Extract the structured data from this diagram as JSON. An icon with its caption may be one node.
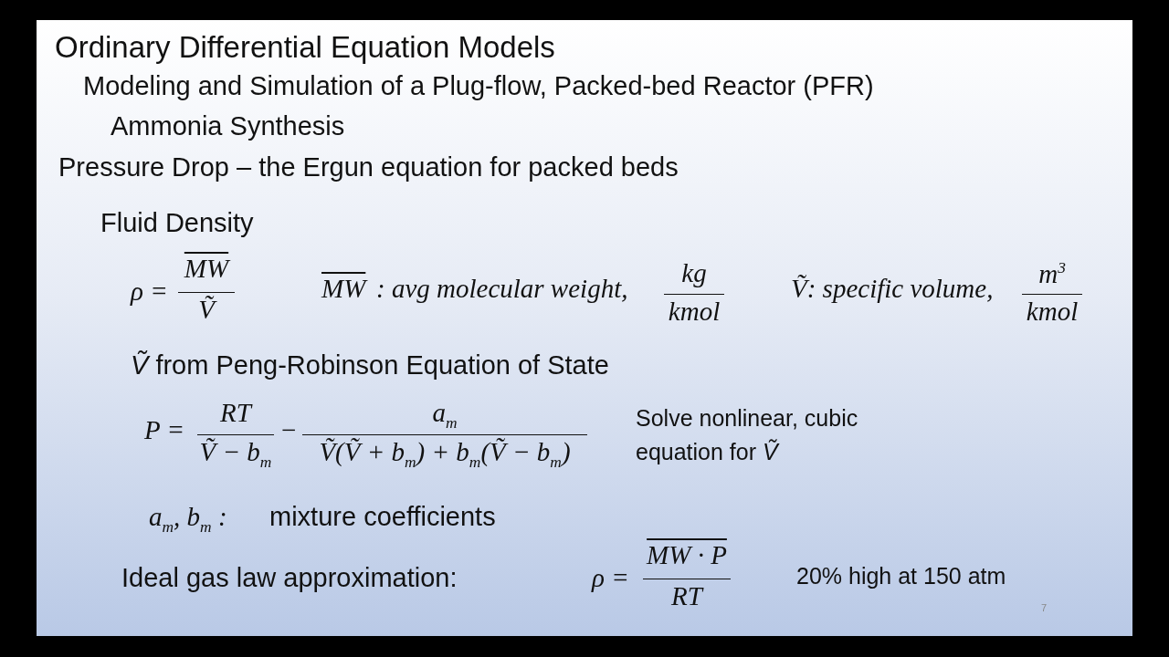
{
  "diagram": {
    "title": "Ordinary Differential Equation Models",
    "labels": [
      "Modeling and Simulation of a Plug-flow, Packed-bed Reactor (PFR)",
      "Ammonia Synthesis",
      "Pressure Drop – the Ergun equation for packed beds",
      "Fluid Density",
      "ρ =",
      "MW",
      "Ṽ",
      "MW",
      ": avg molecular weight,",
      "kg",
      "kmol",
      "Ṽ: specific volume,",
      "m$^{3}$",
      "kmol",
      "*Ṽ* from Peng-Robinson Equation of State",
      "P =",
      "RT",
      "Ṽ − b$_{m}$",
      "−",
      "a$_{m}$",
      "Ṽ(Ṽ + b$_{m}$) + b$_{m}$(Ṽ − b$_{m}$)",
      "Solve nonlinear, cubic equation for *Ṽ*",
      "a$_{m}$, b$_{m}$ :",
      "mixture coefficients",
      "Ideal gas law approximation:",
      "ρ =",
      "MW · P",
      "RT",
      "20% high at 150 atm",
      "7"
    ]
  }
}
